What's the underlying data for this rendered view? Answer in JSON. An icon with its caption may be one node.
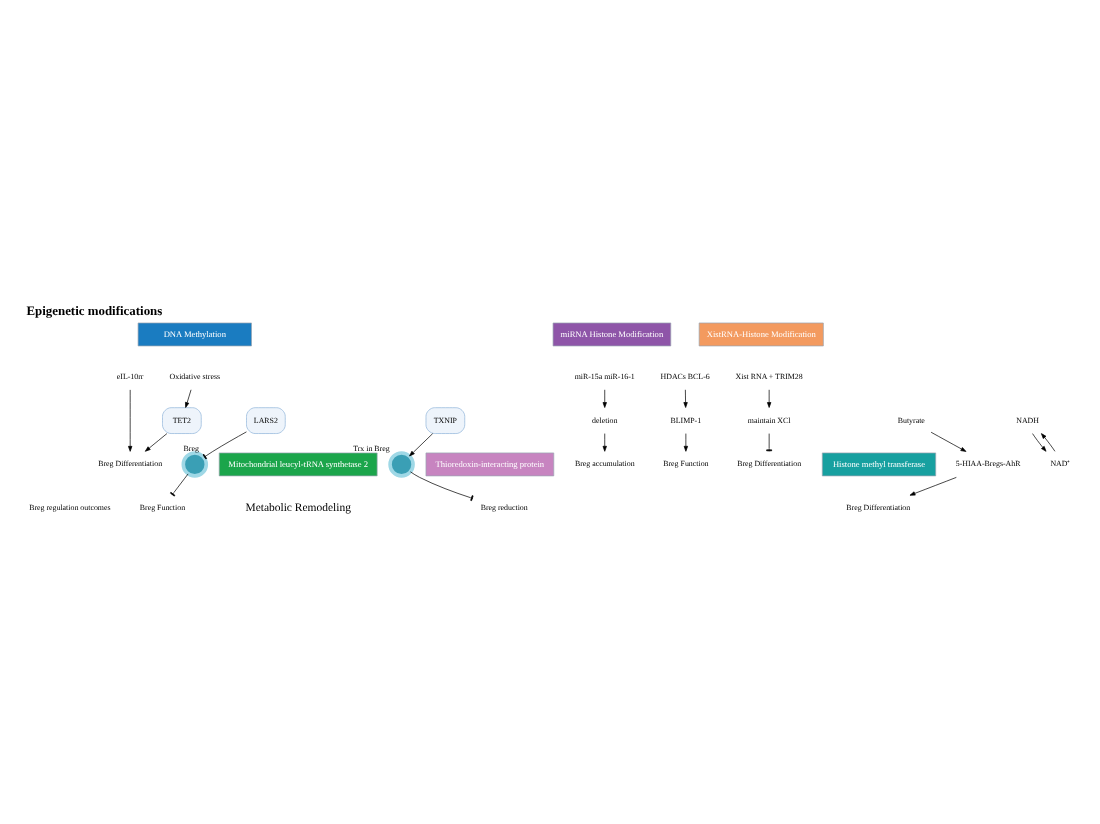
{
  "diagram": {
    "title": "Epigenetic modifications",
    "caption": "Metabolic Remodeling",
    "nodes": [
      {
        "text": [
          "DNA Methylation"
        ]
      },
      {
        "text": [
          "miRNA Histone Modification"
        ]
      },
      {
        "text": [
          "XistRNA-Histone Modification"
        ]
      },
      {
        "text": [
          "Oxidative stress"
        ]
      },
      {
        "text": [
          "eIL-10rr"
        ]
      },
      {
        "text": [
          "HDACs BCL-6"
        ]
      },
      {
        "text": [
          "miR-15a miR-16-1"
        ]
      },
      {
        "text": [
          "Xist RNA + TRIM28"
        ]
      },
      {
        "text": [
          "TET2"
        ]
      },
      {
        "text": [
          "BLIMP-1"
        ]
      },
      {
        "text": [
          "deletion"
        ]
      },
      {
        "text": [
          "maintain XCl"
        ]
      },
      {
        "text": [
          "Breg Differentiation"
        ]
      },
      {
        "text": [
          "Breg Function"
        ]
      },
      {
        "text": [
          "Breg accumulation"
        ]
      },
      {
        "text": [
          "Breg Differentiation"
        ]
      },
      {
        "text": [
          "Breg Function"
        ]
      },
      {
        "text": [
          "Breg reduction"
        ]
      },
      {
        "text": [
          "Breg Differentiation"
        ]
      },
      {
        "text": [
          "NAD⁺"
        ]
      },
      {
        "text": [],
        "shape": "circle",
        "beside": [
          "Breg"
        ]
      },
      {
        "text": [],
        "shape": "circle",
        "beside": [
          "Trx in Breg"
        ]
      },
      {
        "text": [
          "5-HIAA-Bregs-AhR"
        ]
      },
      {
        "text": [
          "NADH"
        ]
      },
      {
        "text": [
          "LARS2"
        ]
      },
      {
        "text": [
          "TXNIP"
        ]
      },
      {
        "text": [
          "Butyrate"
        ]
      },
      {
        "text": [
          "Mitochondrial leucyl-tRNA synthetase 2"
        ]
      },
      {
        "text": [
          "Thioredoxin-interacting protein"
        ]
      },
      {
        "text": [
          "Histone methyl transferase"
        ]
      }
    ],
    "edges": [
      {
        "from": 3,
        "to": 8,
        "arrow": "to"
      },
      {
        "from": 8,
        "to": 12,
        "arrow": "to"
      },
      {
        "from": 4,
        "to": 12,
        "arrow": "to"
      },
      {
        "from": 5,
        "to": 9,
        "arrow": "to"
      },
      {
        "from": 9,
        "to": 13,
        "arrow": "to"
      },
      {
        "from": 6,
        "to": 10,
        "arrow": "to"
      },
      {
        "from": 10,
        "to": 14,
        "arrow": "to"
      },
      {
        "from": 7,
        "to": 11,
        "arrow": "to"
      },
      {
        "from": 11,
        "to": 15,
        "arrow": "other"
      },
      {
        "from": 24,
        "to": 20,
        "arrow": "other"
      },
      {
        "from": 20,
        "to": 16,
        "arrow": "other"
      },
      {
        "from": 19,
        "to": 23,
        "arrow": "to"
      },
      {
        "from": 23,
        "to": 19,
        "arrow": "to"
      },
      {
        "from": 25,
        "to": 21,
        "arrow": "to"
      },
      {
        "from": 21,
        "to": 17,
        "arrow": "other"
      },
      {
        "from": 26,
        "to": 22,
        "arrow": "to"
      },
      {
        "from": 22,
        "to": 18,
        "arrow": "to"
      }
    ],
    "labels": [
      "Breg regulation outcomes"
    ]
  }
}
